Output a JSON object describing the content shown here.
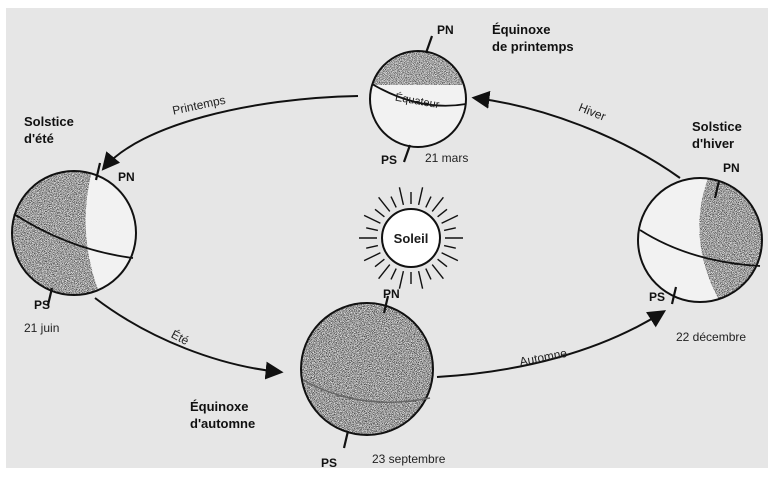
{
  "sun": {
    "label": "Soleil"
  },
  "equator_label": "Équateur",
  "positions": {
    "spring": {
      "title_line1": "Équinoxe",
      "title_line2": "de printemps",
      "date": "21 mars",
      "north_pole": "PN",
      "south_pole": "PS"
    },
    "summer": {
      "title_line1": "Solstice",
      "title_line2": "d'été",
      "date": "21 juin",
      "north_pole": "PN",
      "south_pole": "PS"
    },
    "autumn": {
      "title_line1": "Équinoxe",
      "title_line2": "d'automne",
      "date": "23 septembre",
      "north_pole": "PN",
      "south_pole": "PS"
    },
    "winter": {
      "title_line1": "Solstice",
      "title_line2": "d'hiver",
      "date": "22 décembre",
      "north_pole": "PN",
      "south_pole": "PS"
    }
  },
  "seasons": {
    "printemps": "Printemps",
    "ete": "Été",
    "automne": "Automne",
    "hiver": "Hiver"
  },
  "colors": {
    "background": "#e6e6e6",
    "frame": "#ffffff",
    "ink": "#111111",
    "shadow": "#2b2b2b"
  }
}
